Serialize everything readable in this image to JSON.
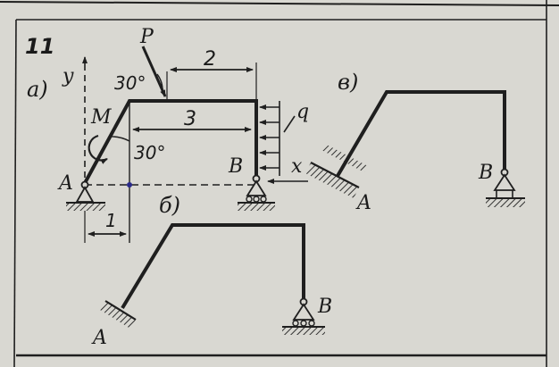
{
  "problem_number": "11",
  "variants": {
    "a": "a)",
    "b": "б)",
    "v": "в)"
  },
  "force_label": "P",
  "load_label": "q",
  "moment_label": "M",
  "axis_y": "y",
  "axis_x": "x",
  "support_a": "A",
  "support_b": "B",
  "angle_top": "30°",
  "angle_mid": "30°",
  "dim_top": "2",
  "dim_mid": "3",
  "dim_bottom": "1",
  "colors": {
    "ink": "#1f1f1f",
    "paper": "#d9d8d2",
    "dot": "#2a2a8a"
  }
}
